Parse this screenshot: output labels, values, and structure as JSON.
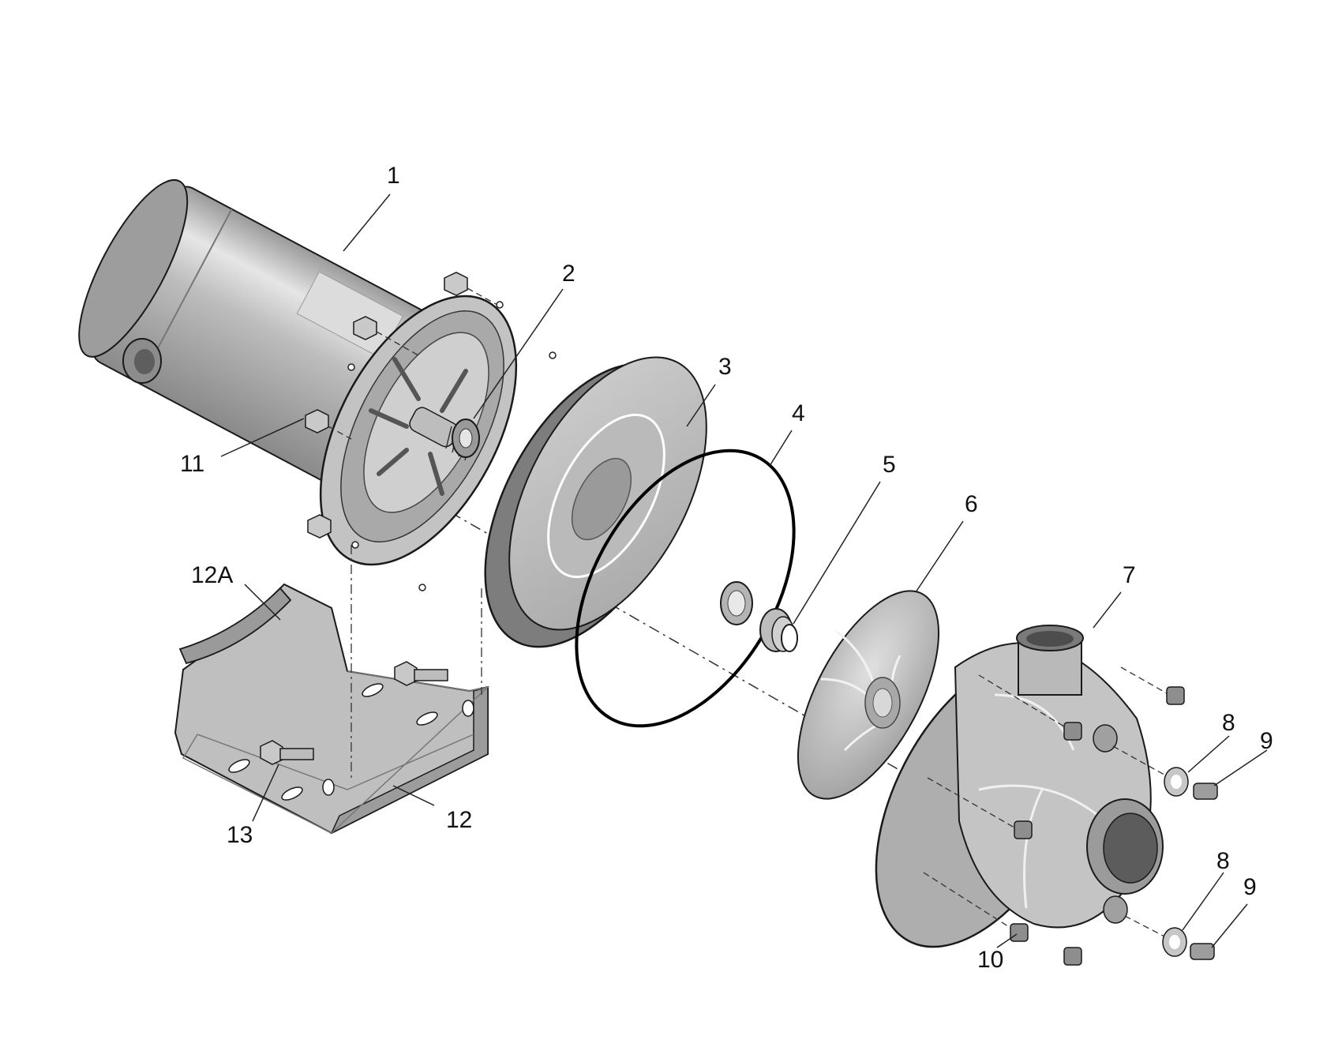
{
  "colors": {
    "body": "#b7b7b7",
    "body_light": "#d6d6d6",
    "body_dark": "#8e8e8e",
    "highlight": "#f2f2f2",
    "outline": "#1a1a1a",
    "leader": "#222222",
    "gasket": "#000000"
  },
  "callouts": {
    "c1": "1",
    "c2": "2",
    "c3": "3",
    "c4": "4",
    "c5": "5",
    "c6": "6",
    "c7": "7",
    "c8a": "8",
    "c9a": "9",
    "c8b": "8",
    "c9b": "9",
    "c10": "10",
    "c11": "11",
    "c12": "12",
    "c12a": "12A",
    "c13": "13"
  }
}
